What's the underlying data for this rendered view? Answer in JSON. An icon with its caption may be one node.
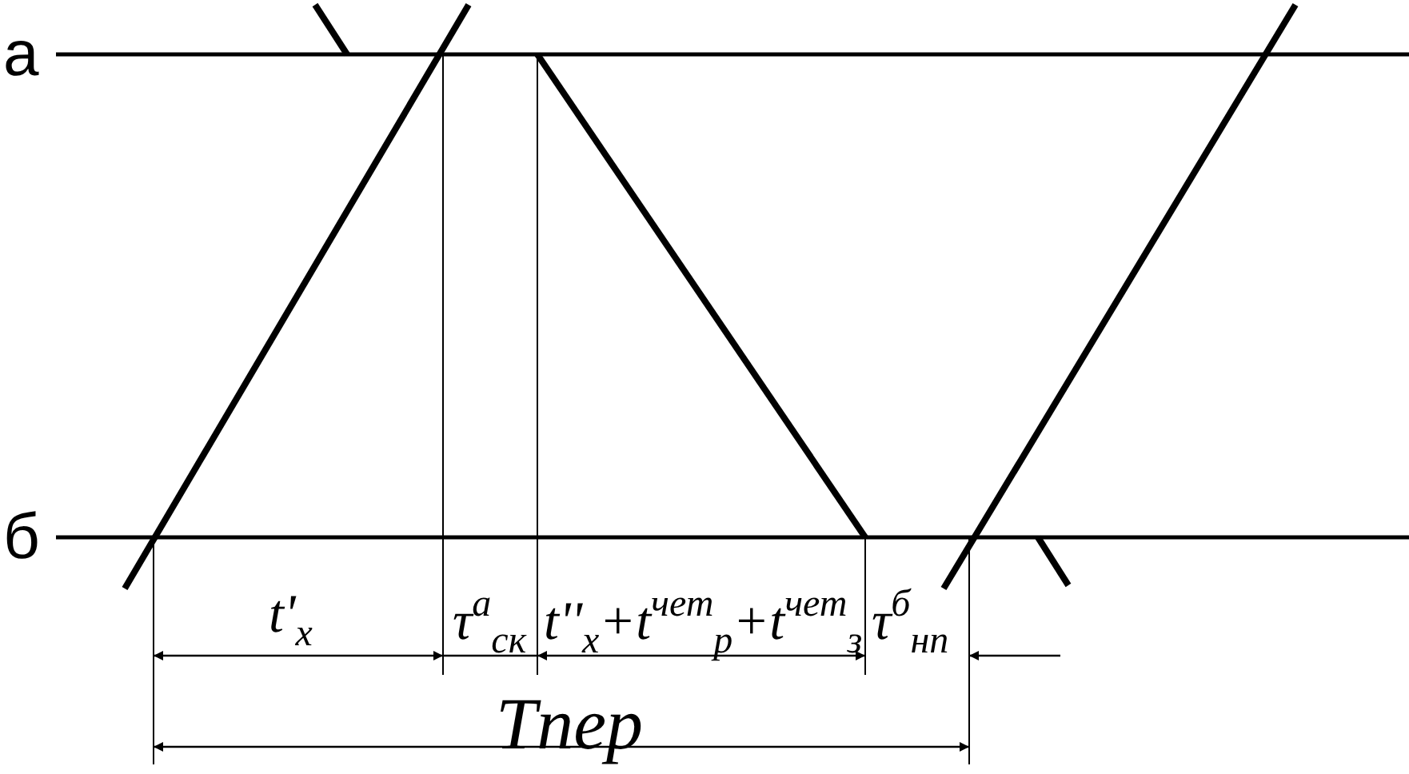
{
  "diagram": {
    "labels": [
      "а",
      "б",
      "t'$_{x}$",
      "τ$^{а}$$_{ск}$",
      "t''$_{x}$+t$^{чет}$$_{р}$+t$^{чет}$$_{з}$",
      "τ$^{б}$$_{нп}$",
      "Tпер"
    ]
  }
}
